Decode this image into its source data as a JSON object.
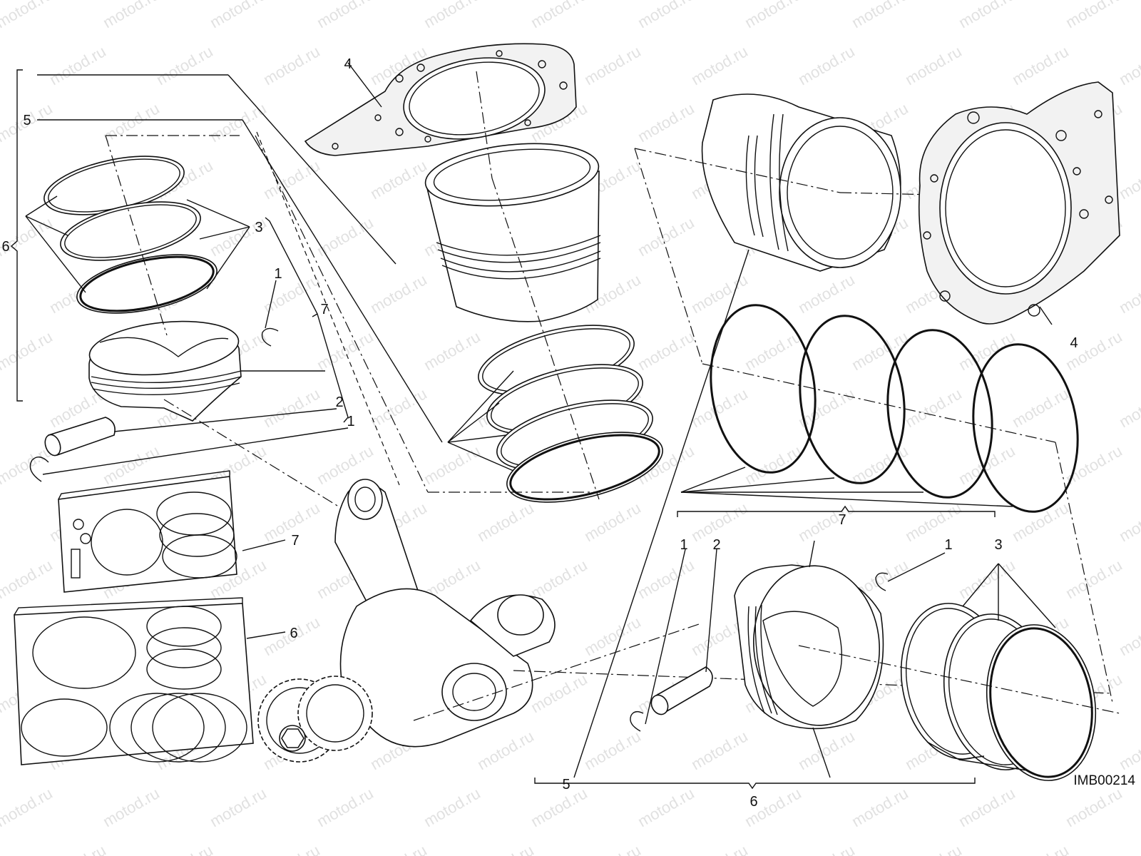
{
  "diagram_code": "IMB00214",
  "watermark_text": "motod.ru",
  "callouts": {
    "c1a": "1",
    "c1b": "1",
    "c1c": "1",
    "c1d": "1",
    "c2a": "2",
    "c2b": "2",
    "c3a": "3",
    "c3b": "3",
    "c4a": "4",
    "c4b": "4",
    "c5a": "5",
    "c5b": "5",
    "c6a": "6",
    "c6b": "6",
    "c6c": "6",
    "c7a": "7",
    "c7b": "7",
    "c7c": "7"
  }
}
